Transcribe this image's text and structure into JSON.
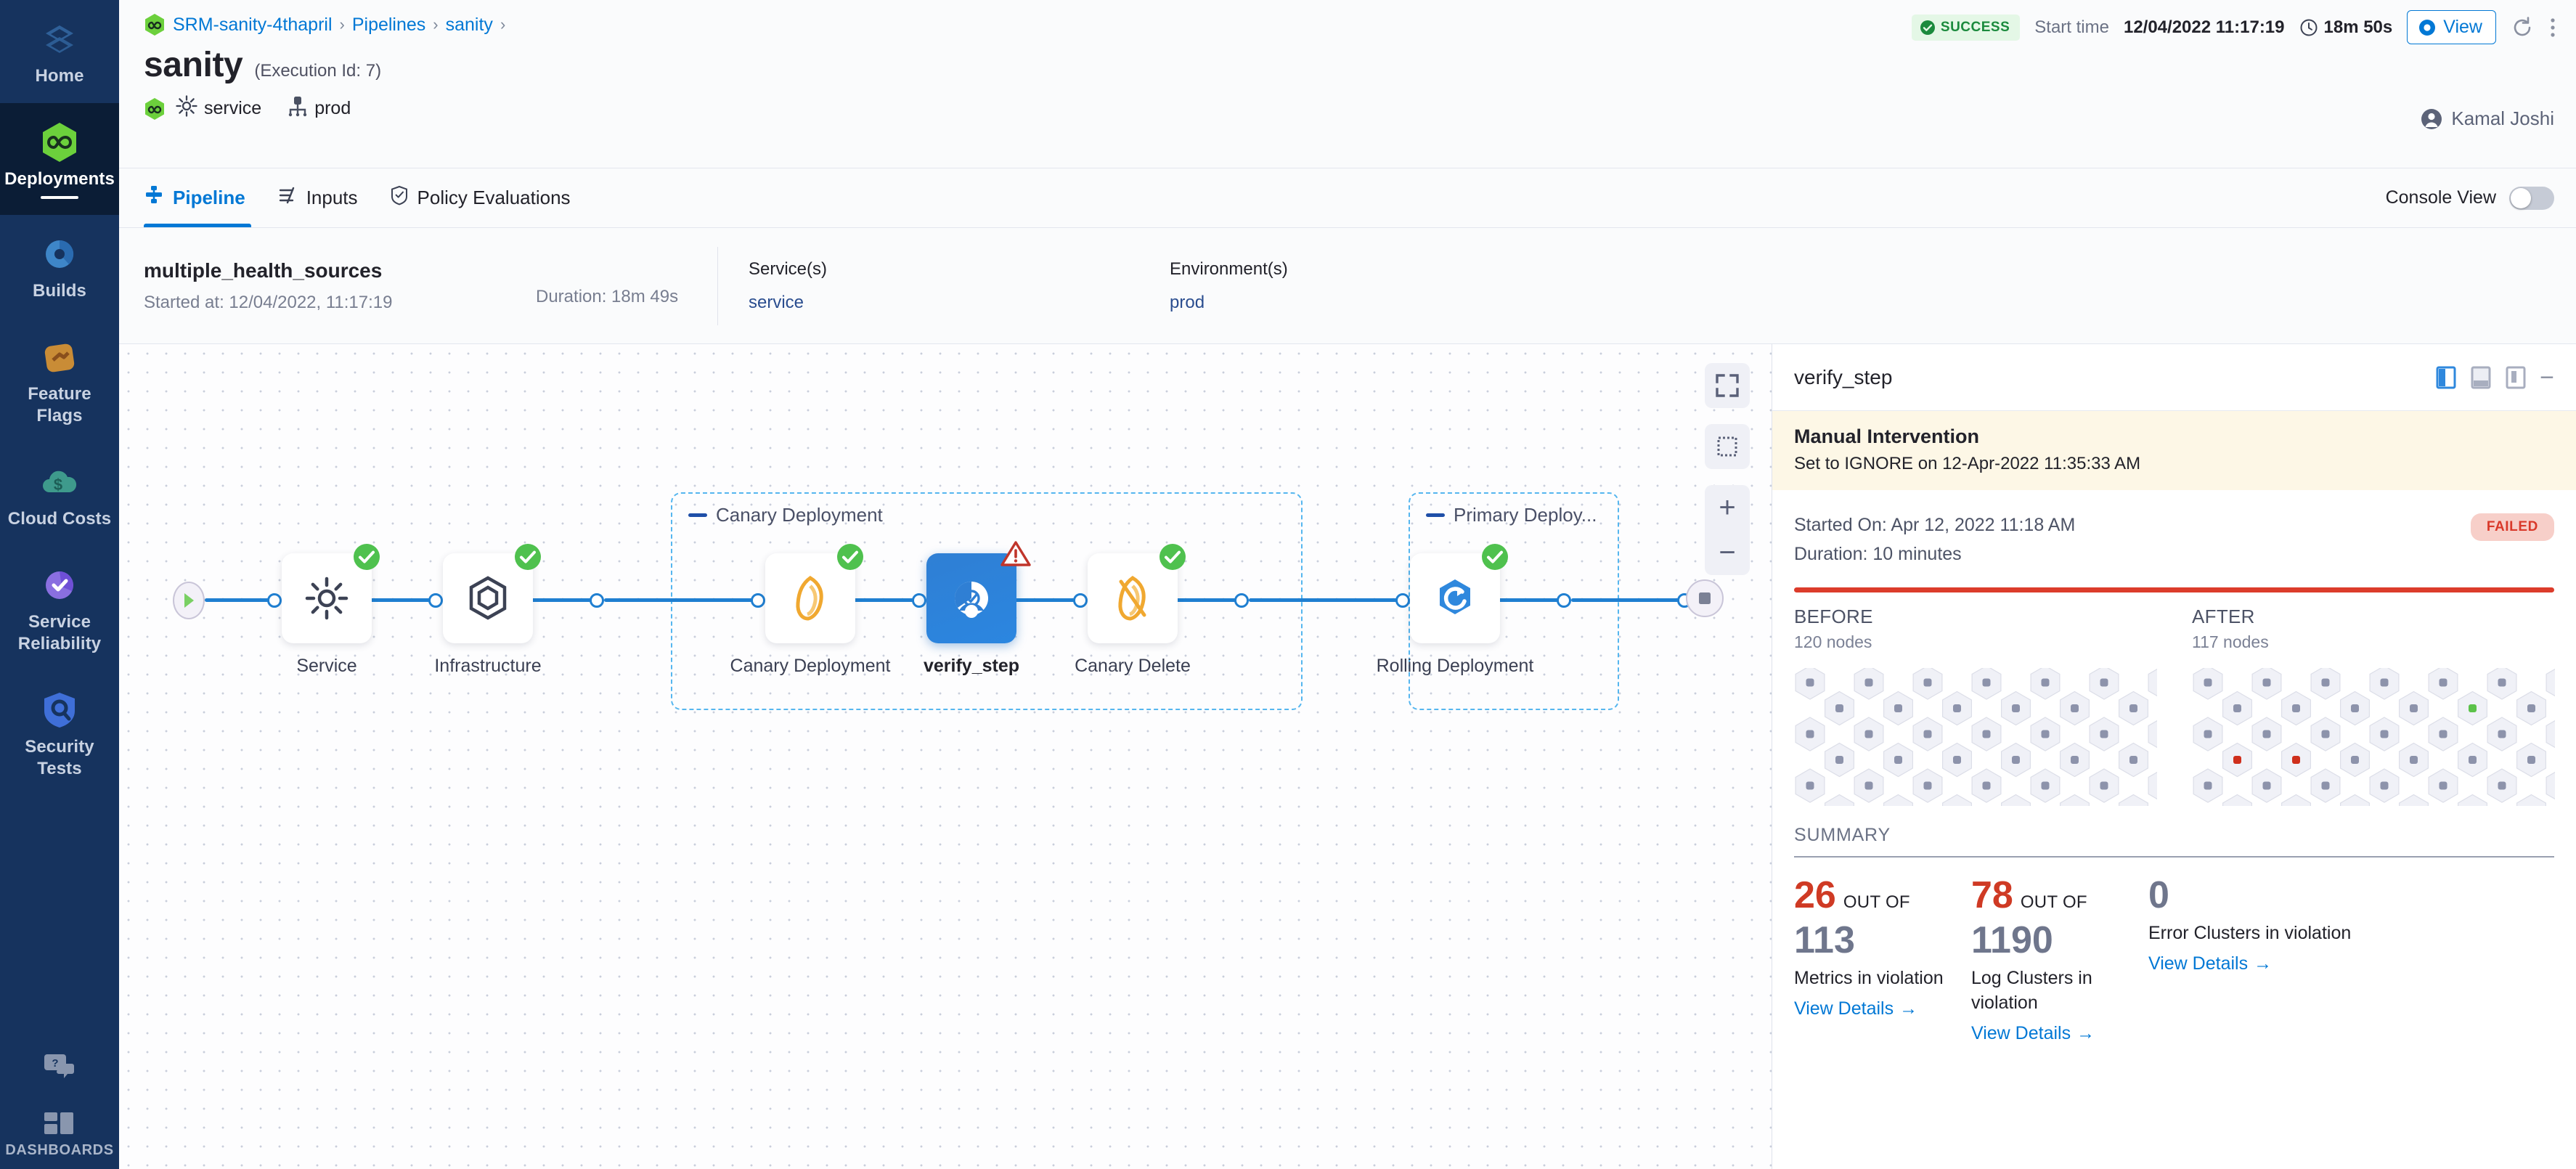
{
  "sidebar": {
    "items": [
      {
        "label": "Home",
        "icon": "home-cube-icon",
        "active": false
      },
      {
        "label": "Deployments",
        "icon": "deployments-hex-icon",
        "active": true
      },
      {
        "label": "Builds",
        "icon": "builds-icon",
        "active": false
      },
      {
        "label": "Feature Flags",
        "icon": "feature-flags-icon",
        "active": false
      },
      {
        "label": "Cloud Costs",
        "icon": "cloud-costs-icon",
        "active": false
      },
      {
        "label": "Service Reliability",
        "icon": "service-reliability-icon",
        "active": false
      },
      {
        "label": "Security Tests",
        "icon": "security-tests-icon",
        "active": false
      }
    ],
    "help_icon": "help-chat-icon",
    "dashboards_label": "DASHBOARDS",
    "dashboards_icon": "dashboards-grid-icon"
  },
  "header": {
    "breadcrumbs": [
      {
        "label": "SRM-sanity-4thapril",
        "icon": "project-hex-icon"
      },
      {
        "label": "Pipelines"
      },
      {
        "label": "sanity"
      }
    ],
    "breadcrumb_separator": "›",
    "title": "sanity",
    "execution_id": "(Execution Id: 7)",
    "meta": [
      {
        "icon": "service-gear-icon",
        "label": "service"
      },
      {
        "icon": "environment-icon",
        "label": "prod"
      }
    ],
    "status_badge": "SUCCESS",
    "status_badge_icon": "check-circle-icon",
    "start_time_label": "Start time",
    "start_time_value": "12/04/2022 11:17:19",
    "duration_value": "18m 50s",
    "duration_icon": "clock-icon",
    "view_button": "View",
    "view_button_icon": "eye-icon",
    "refresh_icon": "refresh-icon",
    "more_icon": "more-vertical-icon",
    "user_name": "Kamal Joshi",
    "user_icon": "avatar-icon"
  },
  "tabs": [
    {
      "label": "Pipeline",
      "icon": "pipeline-icon",
      "active": true
    },
    {
      "label": "Inputs",
      "icon": "inputs-icon",
      "active": false
    },
    {
      "label": "Policy Evaluations",
      "icon": "policy-shield-icon",
      "active": false
    }
  ],
  "console_view": {
    "label": "Console View",
    "enabled": false
  },
  "info_strip": {
    "pipeline_name": "multiple_health_sources",
    "started_at": "Started at: 12/04/2022, 11:17:19",
    "duration": "Duration: 18m 49s",
    "services_header": "Service(s)",
    "services_value": "service",
    "environments_header": "Environment(s)",
    "environments_value": "prod"
  },
  "canvas": {
    "zoom_tools": [
      {
        "name": "fit-screen-icon",
        "label": ""
      },
      {
        "name": "select-area-icon",
        "label": ""
      },
      {
        "name": "zoom-in-icon",
        "label": "+"
      },
      {
        "name": "zoom-out-icon",
        "label": "−"
      }
    ],
    "start_icon": "play-icon",
    "stop_icon": "stop-icon",
    "nodes": [
      {
        "id": "service",
        "label": "Service",
        "icon": "gear-icon",
        "status": "success",
        "selected": false
      },
      {
        "id": "infrastructure",
        "label": "Infrastructure",
        "icon": "infrastructure-hex-icon",
        "status": "success",
        "selected": false
      },
      {
        "id": "canary_deployment",
        "label": "Canary Deployment",
        "icon": "canary-deploy-icon",
        "status": "success",
        "selected": false
      },
      {
        "id": "verify_step",
        "label": "verify_step",
        "icon": "verify-icon",
        "status": "warning",
        "selected": true
      },
      {
        "id": "canary_delete",
        "label": "Canary Delete",
        "icon": "canary-delete-icon",
        "status": "success",
        "selected": false
      },
      {
        "id": "rolling_deployment",
        "label": "Rolling Deployment",
        "icon": "rolling-deploy-icon",
        "status": "success",
        "selected": false
      }
    ],
    "groups": [
      {
        "id": "canary-group",
        "label": "Canary Deployment"
      },
      {
        "id": "primary-group",
        "label": "Primary Deploy..."
      }
    ]
  },
  "panel": {
    "title": "verify_step",
    "view_icons": [
      "panel-right-icon",
      "panel-bottom-icon",
      "panel-float-icon"
    ],
    "minimize_icon": "minimize-icon",
    "banner_title": "Manual Intervention",
    "banner_subtitle": "Set to IGNORE on 12-Apr-2022 11:35:33 AM",
    "started_on": "Started On: Apr 12, 2022 11:18 AM",
    "duration": "Duration: 10 minutes",
    "status_pill": "FAILED",
    "before": {
      "title": "BEFORE",
      "nodes": "120 nodes"
    },
    "after": {
      "title": "AFTER",
      "nodes": "117 nodes"
    },
    "summary_label": "SUMMARY",
    "stats": [
      {
        "value": "26",
        "value_color": "red",
        "out_of_label": "OUT OF",
        "total": "113",
        "total_color": "grey",
        "description": "Metrics in violation",
        "link": "View Details",
        "link_arrow": "→"
      },
      {
        "value": "78",
        "value_color": "red",
        "out_of_label": "OUT OF",
        "total": "1190",
        "total_color": "grey",
        "description": "Log Clusters in violation",
        "link": "View Details",
        "link_arrow": "→"
      },
      {
        "value": "0",
        "value_color": "grey",
        "out_of_label": "",
        "total": "",
        "total_color": "grey",
        "description": "Error Clusters in violation",
        "link": "View Details",
        "link_arrow": "→"
      }
    ]
  },
  "colors": {
    "accent_blue": "#0278d5",
    "success_green": "#4fc14e",
    "failed_red": "#dc3c2b",
    "nav_bg": "#16335e",
    "group_border": "#55b6ef"
  }
}
